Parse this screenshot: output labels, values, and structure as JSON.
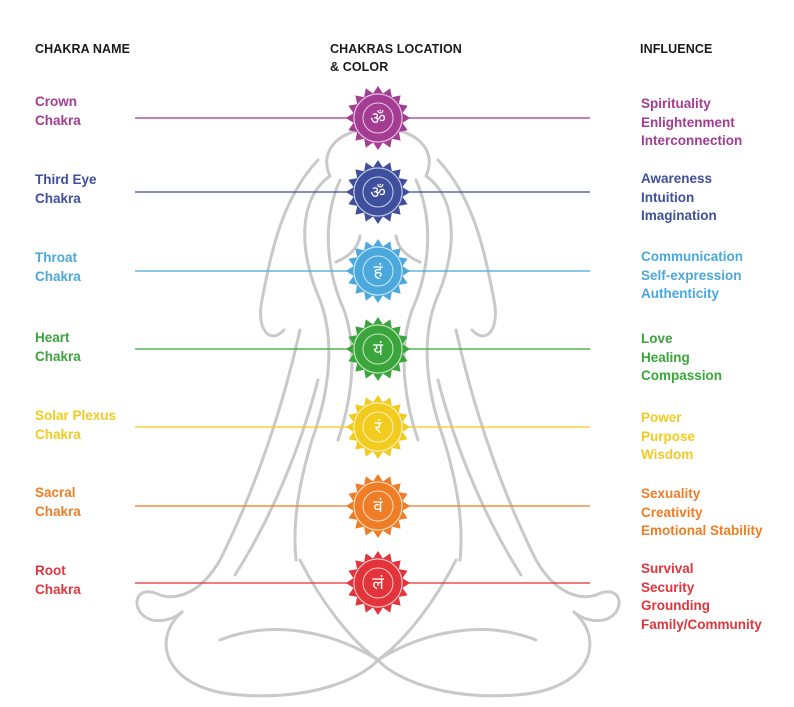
{
  "headers": {
    "name": "CHAKRA NAME",
    "location_line1": "CHAKRAS LOCATION",
    "location_line2": "& COLOR",
    "influence": "INFLUENCE"
  },
  "chakras": [
    {
      "name_line1": "Crown",
      "name_line2": "Chakra",
      "color": "#a33c92",
      "symbol": "ॐ",
      "influence": [
        "Spirituality",
        "Enlightenment",
        "Interconnection"
      ]
    },
    {
      "name_line1": "Third Eye",
      "name_line2": "Chakra",
      "color": "#3e4f9d",
      "symbol": "ॐ",
      "influence": [
        "Awareness",
        "Intuition",
        "Imagination"
      ]
    },
    {
      "name_line1": "Throat",
      "name_line2": "Chakra",
      "color": "#4aa8dc",
      "symbol": "हं",
      "influence": [
        "Communication",
        "Self-expression",
        "Authenticity"
      ]
    },
    {
      "name_line1": "Heart",
      "name_line2": "Chakra",
      "color": "#3aa53b",
      "symbol": "यं",
      "influence": [
        "Love",
        "Healing",
        "Compassion"
      ]
    },
    {
      "name_line1": "Solar Plexus",
      "name_line2": "Chakra",
      "color": "#f2cb1f",
      "symbol": "रं",
      "influence": [
        "Power",
        "Purpose",
        "Wisdom"
      ]
    },
    {
      "name_line1": "Sacral",
      "name_line2": "Chakra",
      "color": "#ee7d26",
      "symbol": "वं",
      "influence": [
        "Sexuality",
        "Creativity",
        "Emotional Stability"
      ]
    },
    {
      "name_line1": "Root",
      "name_line2": "Chakra",
      "color": "#e2343a",
      "symbol": "लं",
      "influence": [
        "Survival",
        "Security",
        "Grounding",
        "Family/Community"
      ]
    }
  ]
}
